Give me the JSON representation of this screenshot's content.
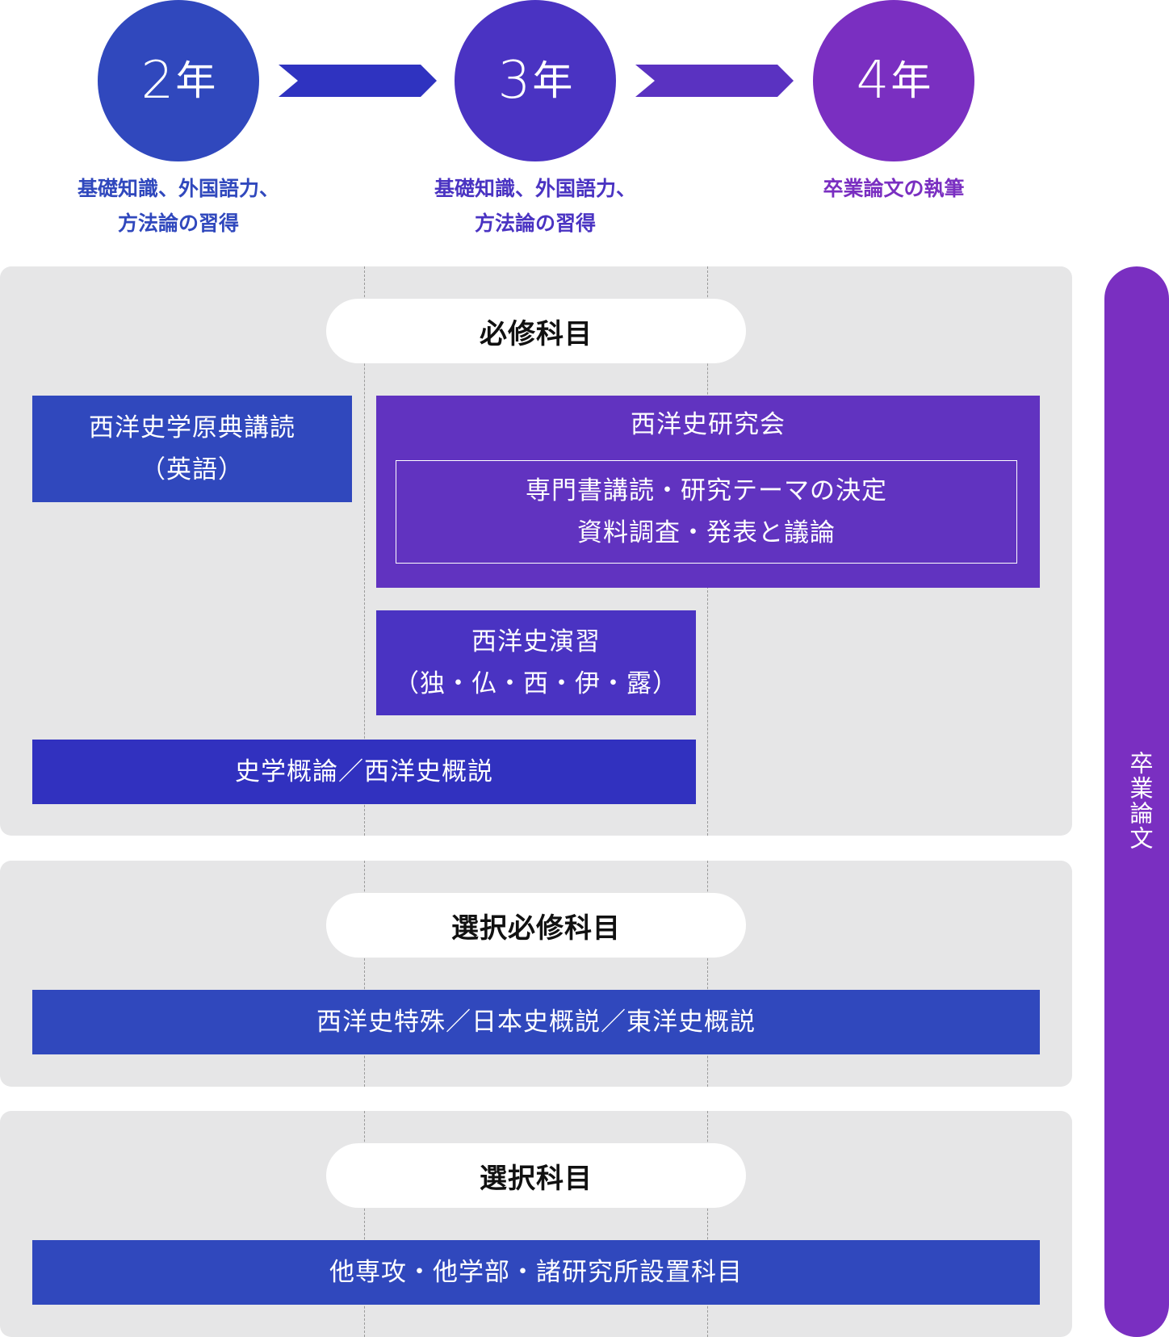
{
  "years": [
    {
      "num": "2",
      "suffix": "年",
      "desc_line1": "基礎知識、外国語力、",
      "desc_line2": "方法論の習得",
      "color": "#3048bd"
    },
    {
      "num": "3",
      "suffix": "年",
      "desc_line1": "基礎知識、外国語力、",
      "desc_line2": "方法論の習得",
      "color": "#4a33c2"
    },
    {
      "num": "4",
      "suffix": "年",
      "desc_line1": "卒業論文の執筆",
      "desc_line2": "",
      "color": "#7a2fc1"
    }
  ],
  "sections": {
    "required": {
      "title": "必修科目",
      "courses": {
        "source_reading": {
          "line1": "西洋史学原典講読",
          "line2": "（英語）"
        },
        "seminar": {
          "title": "西洋史研究会",
          "line1": "専門書講読・研究テーマの決定",
          "line2": "資料調査・発表と議論"
        },
        "exercise": {
          "line1": "西洋史演習",
          "line2": "（独・仏・西・伊・露）"
        },
        "survey": {
          "label": "史学概論／西洋史概説"
        }
      }
    },
    "elective_required": {
      "title": "選択必修科目",
      "course": "西洋史特殊／日本史概説／東洋史概説"
    },
    "elective": {
      "title": "選択科目",
      "course": "他専攻・他学部・諸研究所設置科目"
    }
  },
  "thesis": {
    "label": "卒業論文"
  },
  "colors": {
    "blue": "#3048bd",
    "indigo": "#4a33c2",
    "purple": "#6133c0",
    "violet": "#7a2fc1",
    "deep": "#3131bf",
    "panel": "#e6e6e7"
  }
}
